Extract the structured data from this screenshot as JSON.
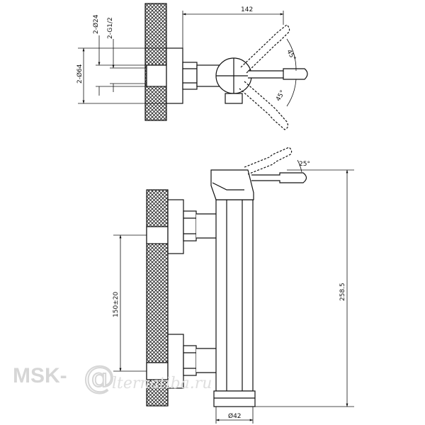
{
  "top_view": {
    "dim_width": "142",
    "dim_angle_upper": "45°",
    "dim_angle_lower": "45°",
    "dim_d24": "2-Ø24",
    "dim_g12": "2-G1/2",
    "dim_d64": "2-Ø64"
  },
  "front_view": {
    "dim_spacing": "150±20",
    "dim_height": "258.5",
    "dim_diameter": "Ø42",
    "dim_angle": "25°"
  },
  "watermark": {
    "brand": "MSK-",
    "at": "@",
    "suffix": "lternatiba.ru"
  },
  "colors": {
    "line": "#111111",
    "wall_hatch": "#222222",
    "watermark": "#d6d6d6"
  }
}
